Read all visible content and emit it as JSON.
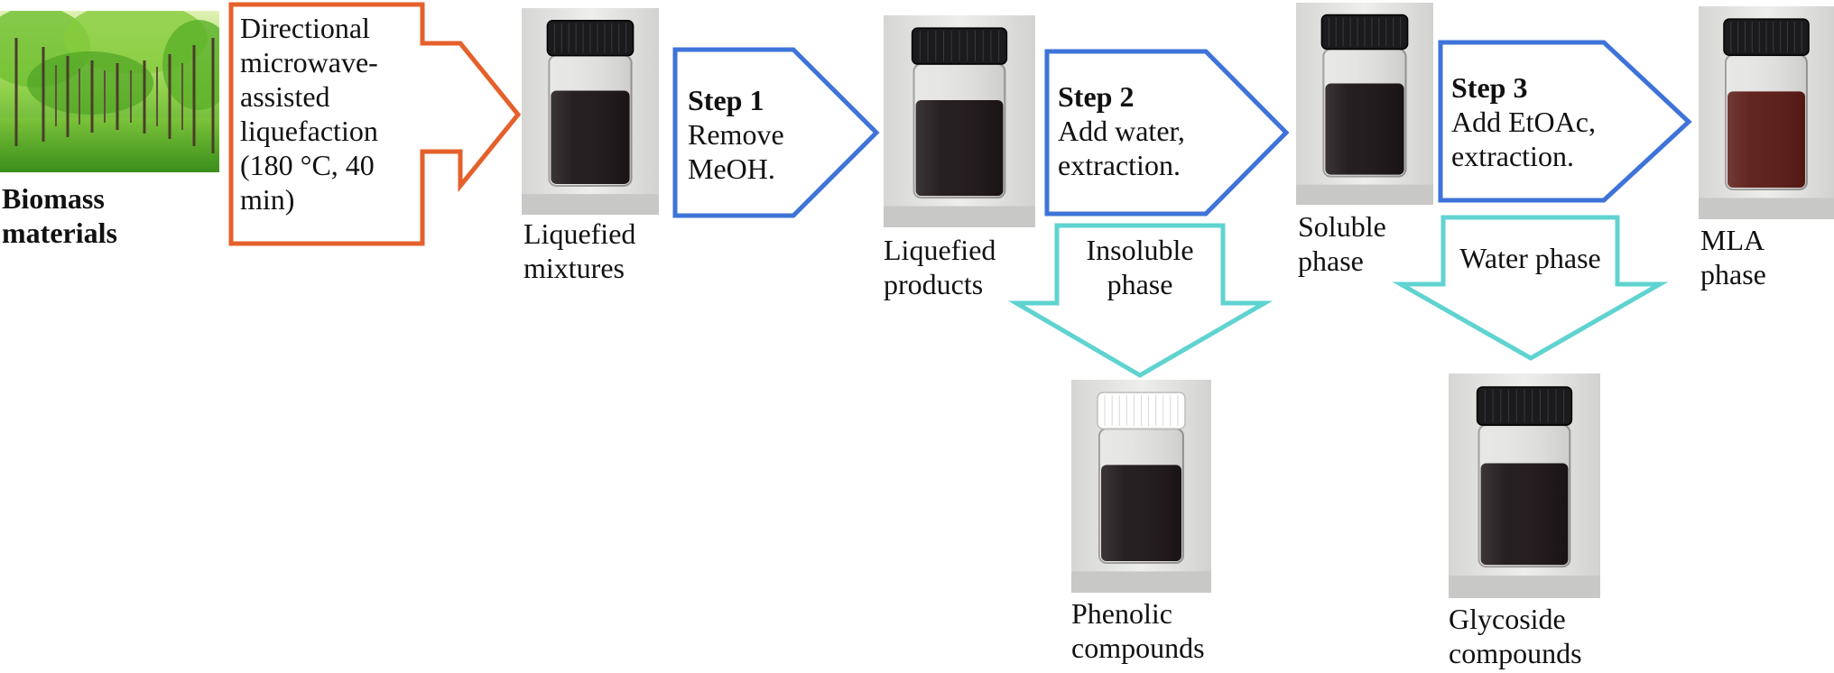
{
  "colors": {
    "orange": "#e5602b",
    "blue": "#3e73d8",
    "teal": "#5fd3d0",
    "vial_dark": "#1c1416",
    "vial_red": "#5a1a14"
  },
  "biomass": {
    "label": "Biomass materials",
    "image_icon": "forest-photo"
  },
  "process": {
    "liquefaction": {
      "lines": [
        "Directional",
        "microwave-",
        "assisted",
        "liquefaction",
        "(180 °C, 40",
        "min)"
      ]
    },
    "step1": {
      "title": "Step 1",
      "lines": [
        "Remove",
        "MeOH."
      ]
    },
    "step2": {
      "title": "Step 2",
      "lines": [
        "Add water,",
        "extraction."
      ]
    },
    "step3": {
      "title": "Step 3",
      "lines": [
        "Add EtOAc,",
        "extraction."
      ]
    },
    "insoluble": {
      "lines": [
        "Insoluble",
        "phase"
      ]
    },
    "water": {
      "lines": [
        "Water phase"
      ]
    }
  },
  "vials": {
    "liquefied_mixtures": {
      "lines": [
        "Liquefied",
        "mixtures"
      ]
    },
    "liquefied_products": {
      "lines": [
        "Liquefied",
        "products"
      ]
    },
    "soluble_phase": {
      "lines": [
        "Soluble",
        "phase"
      ]
    },
    "mla_phase": {
      "lines": [
        "MLA",
        "phase"
      ]
    },
    "phenolic": {
      "lines": [
        "Phenolic",
        "compounds"
      ]
    },
    "glycoside": {
      "lines": [
        "Glycoside",
        "compounds"
      ]
    }
  }
}
